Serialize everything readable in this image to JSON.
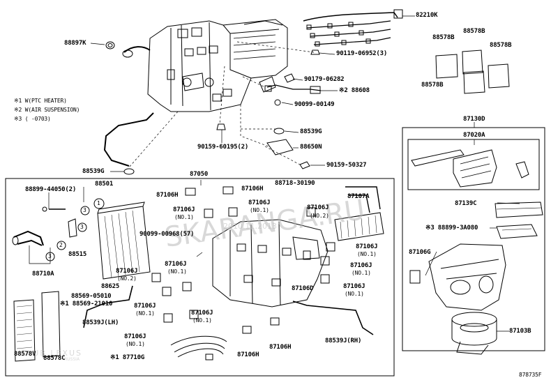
{
  "labels": {
    "p82210K": "82210K",
    "p88897K": "88897K",
    "p90119": "90119-06952(3)",
    "p88578B_a": "88578B",
    "p88578B_b": "88578B",
    "p88578B_c": "88578B",
    "p88578B_d": "88578B",
    "p90179": "90179-06282",
    "p88608": "※2 88608",
    "p90099_00149": "90099-00149",
    "p88539G_top": "88539G",
    "p90159_60195": "90159-60195(2)",
    "p88650N": "88650N",
    "p88539G_left": "88539G",
    "p90159_50327": "90159-50327",
    "p87050": "87050",
    "p87130D": "87130D",
    "p87020A": "87020A",
    "p88899_44050": "88899-44050(2)",
    "p88501": "88501",
    "p87106H_a": "87106H",
    "p87106H_b": "87106H",
    "p87106J_a": "87106J",
    "p87106J_a_no": "(NO.1)",
    "p87106J_b": "87106J",
    "p87106J_b_no": "(NO.1)",
    "p88718": "88718-30190",
    "p87107A": "87107A",
    "p87106J_c": "87106J",
    "p87106J_c_no": "(NO.2)",
    "p87139C": "87139C",
    "p88899_3A080": "※3 88899-3A080",
    "p90099_00968": "90099-00968(57)",
    "p88515": "88515",
    "p87106J_d": "87106J",
    "p87106J_d_no": "(NO.1)",
    "p87106J_e": "87106J",
    "p87106J_e_no": "(NO.1)",
    "p87106G": "87106G",
    "p88710A": "88710A",
    "p87106J_f": "87106J",
    "p87106J_f_no": "(NO.2)",
    "p87106J_g": "87106J",
    "p87106J_g_no": "(NO.1)",
    "p87106D": "87106D",
    "p87106J_h": "87106J",
    "p87106J_h_no": "(NO.1)",
    "p88625": "88625",
    "p88569_05010": "88569-05010",
    "p88569_21010": "※1 88569-21010",
    "p87106J_i": "87106J",
    "p87106J_i_no": "(NO.1)",
    "p87106J_j": "87106J",
    "p87106J_j_no": "(NO.1)",
    "p88539J_LH": "88539J(LH)",
    "p87103B": "87103B",
    "p87106J_k": "87106J",
    "p87106J_k_no": "(NO.1)",
    "p88539J_RH": "88539J(RH)",
    "p87106H_c": "87106H",
    "p87710G": "※1 87710G",
    "p87106H_d": "87106H",
    "p88578V": "88578V",
    "p88578C": "88578C",
    "callout1": "1",
    "callout2": "2",
    "callout3a": "3",
    "callout3b": "3",
    "callout3c": "3"
  },
  "notes": [
    "※1 W(PTC HEATER)",
    "※2 W(AIR SUSPENSION)",
    "※3 (     -0703)"
  ],
  "diagram_id": "878735F",
  "watermark": {
    "main": "SKARANGA.RU",
    "date": "2010.11.2013",
    "brand": "CLUB LEXUS",
    "brand_sub": "RUSSIA"
  }
}
